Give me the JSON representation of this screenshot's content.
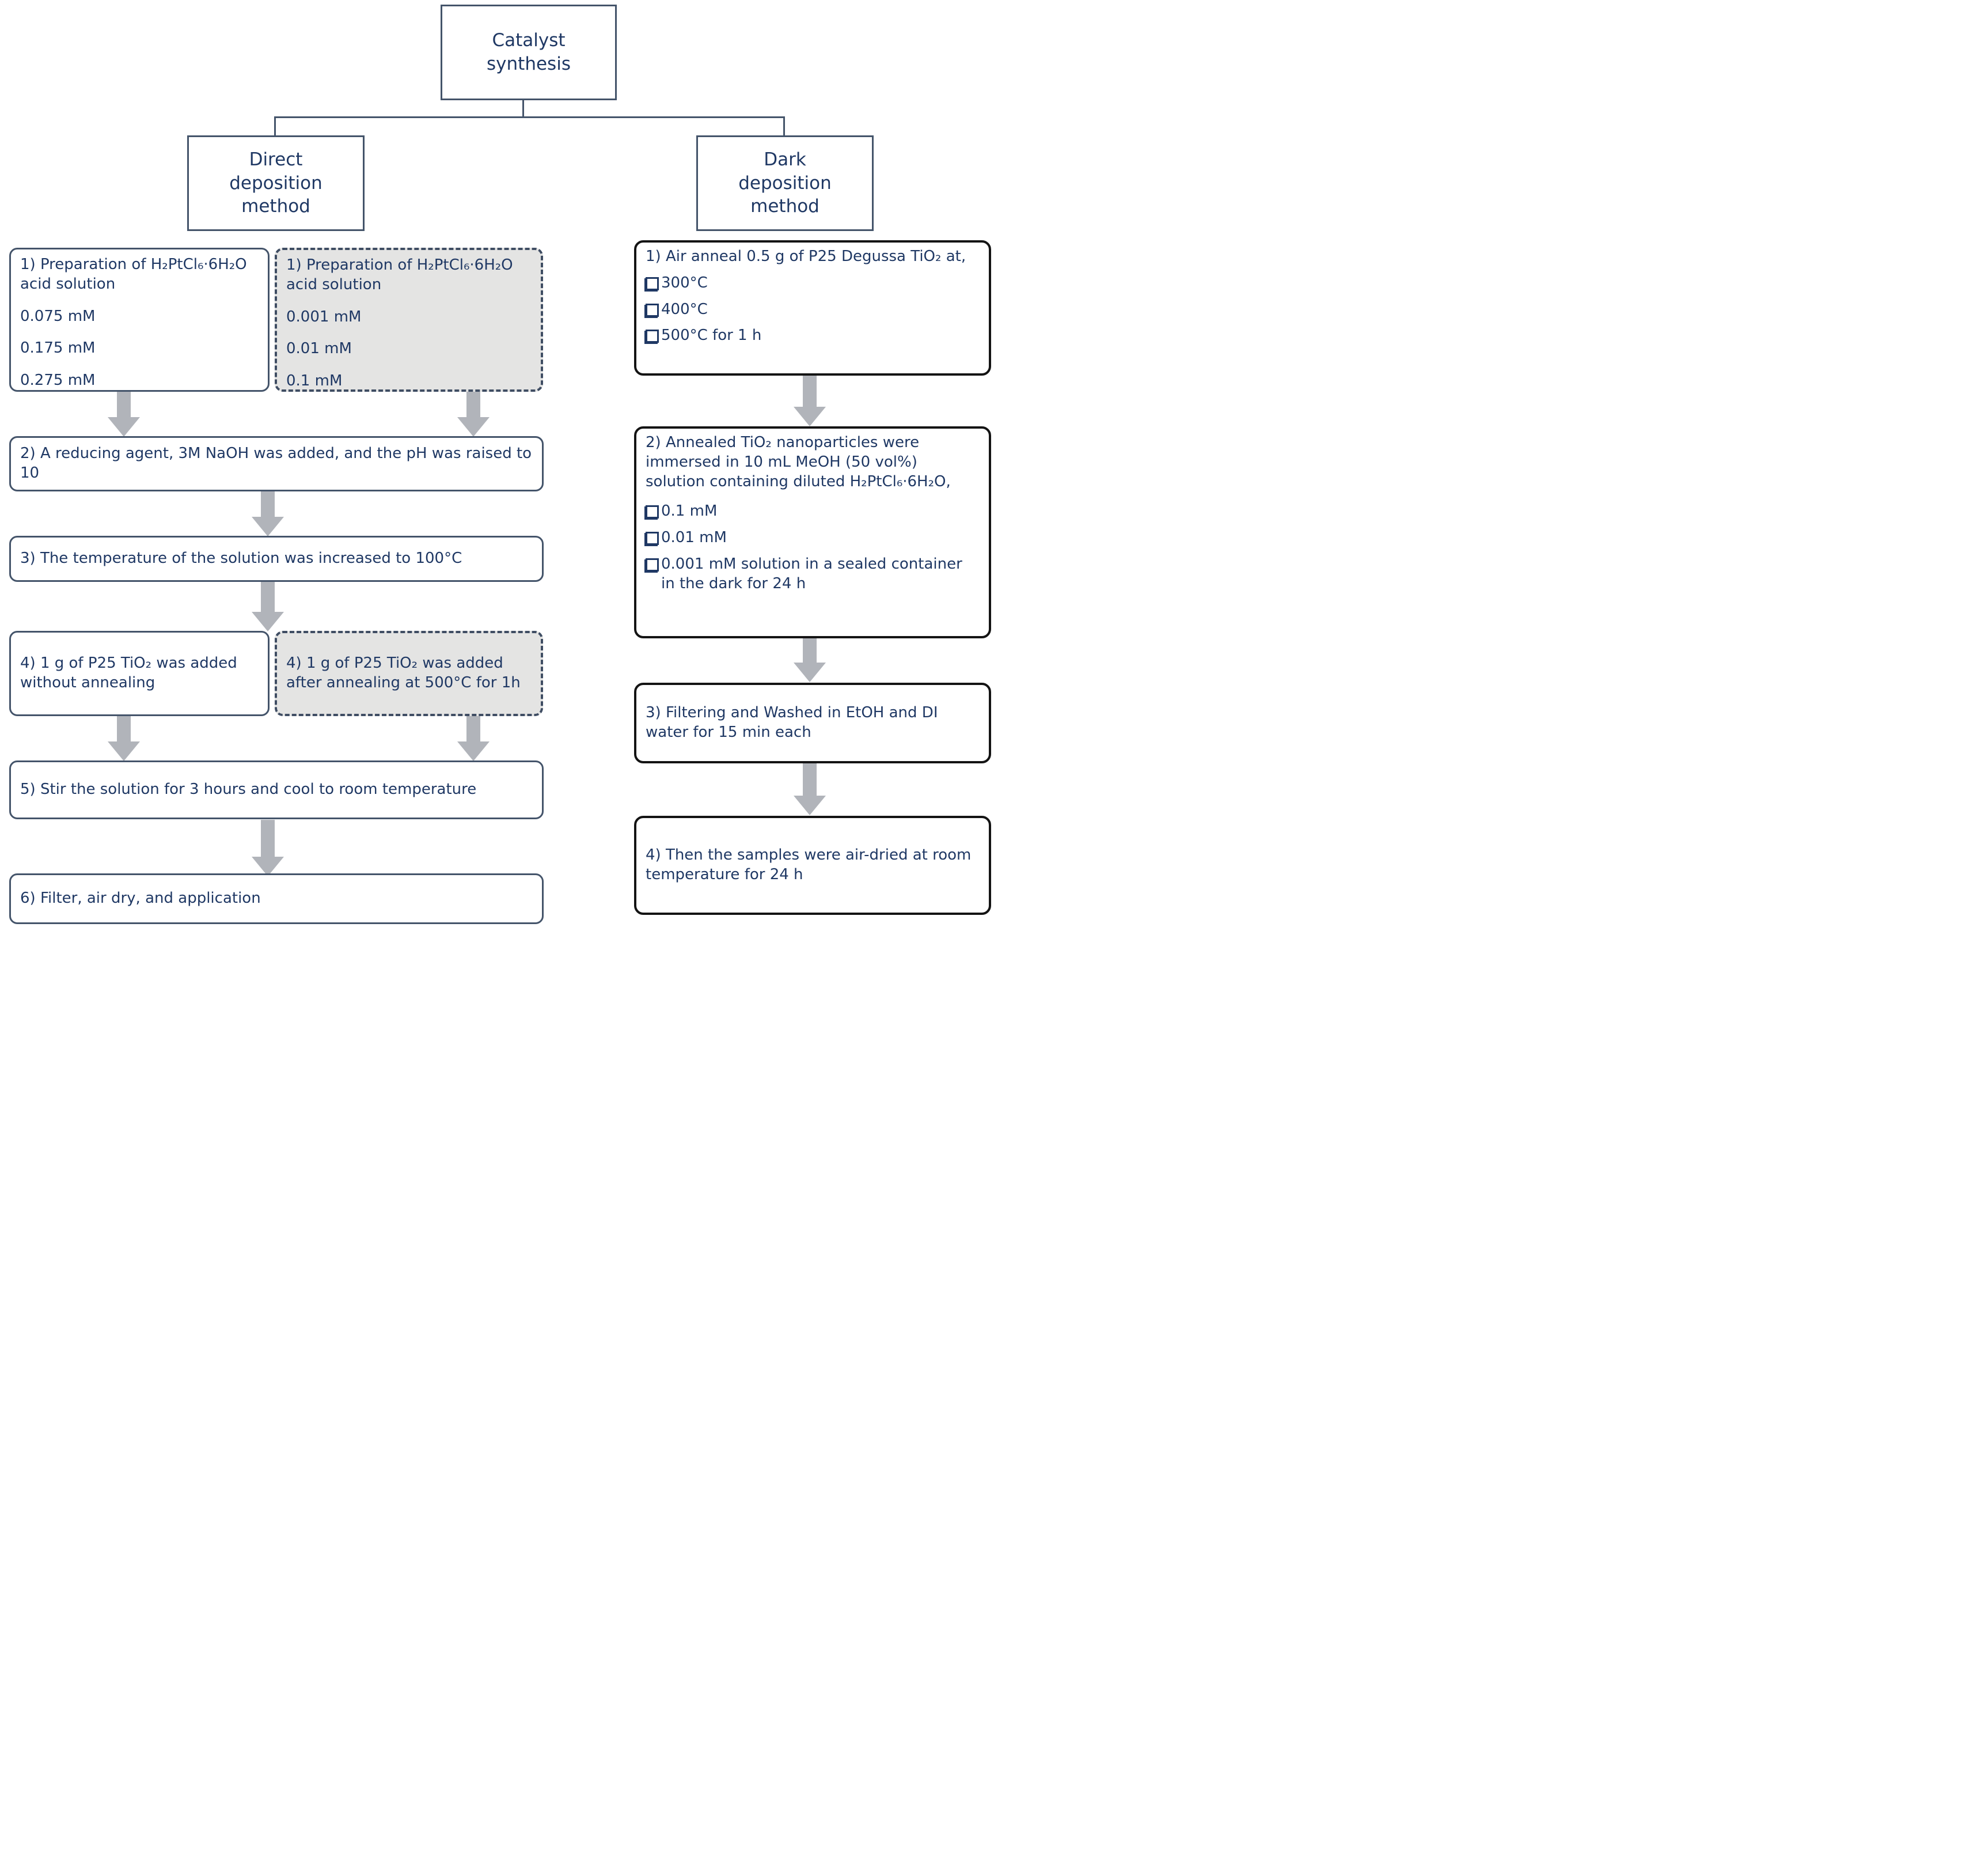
{
  "root": {
    "label": "Catalyst synthesis"
  },
  "direct": {
    "label": "Direct deposition method",
    "step1_solid": {
      "heading": "1) Preparation of H₂PtCl₆·6H₂O acid solution",
      "options": [
        "0.075 mM",
        "0.175 mM",
        "0.275 mM"
      ]
    },
    "step1_dashed": {
      "heading": "1) Preparation of H₂PtCl₆·6H₂O acid solution",
      "options": [
        "0.001 mM",
        "0.01 mM",
        "0.1 mM"
      ]
    },
    "step2": "2) A reducing agent, 3M NaOH was added, and the pH was raised to 10",
    "step3": "3) The temperature of the solution was increased to 100°C",
    "step4_solid": "4) 1 g of P25 TiO₂ was added without annealing",
    "step4_dashed": "4) 1 g of P25 TiO₂ was added after annealing at 500°C for 1h",
    "step5": "5) Stir the solution for 3 hours and cool to room temperature",
    "step6": "6) Filter, air dry, and application"
  },
  "dark": {
    "label": "Dark deposition method",
    "step1": {
      "heading": "1) Air anneal 0.5 g of P25 Degussa TiO₂ at,",
      "options": [
        "300°C",
        "400°C",
        "500°C for 1 h"
      ]
    },
    "step2": {
      "heading": "2) Annealed TiO₂ nanoparticles were immersed in 10 mL MeOH (50 vol%) solution containing diluted H₂PtCl₆·6H₂O,",
      "options": [
        "0.1 mM",
        "0.01 mM",
        "0.001 mM solution in a sealed container in the dark for 24 h"
      ]
    },
    "step3": "3) Filtering and Washed in EtOH and DI water for 15 min each",
    "step4": "4) Then the samples were air-dried at room temperature for 24 h"
  },
  "colors": {
    "text": "#1f3864",
    "box_border": "#44546a",
    "dark_box_border": "#141414",
    "dashed_background": "#e4e4e3",
    "arrow": "#b1b4ba"
  }
}
